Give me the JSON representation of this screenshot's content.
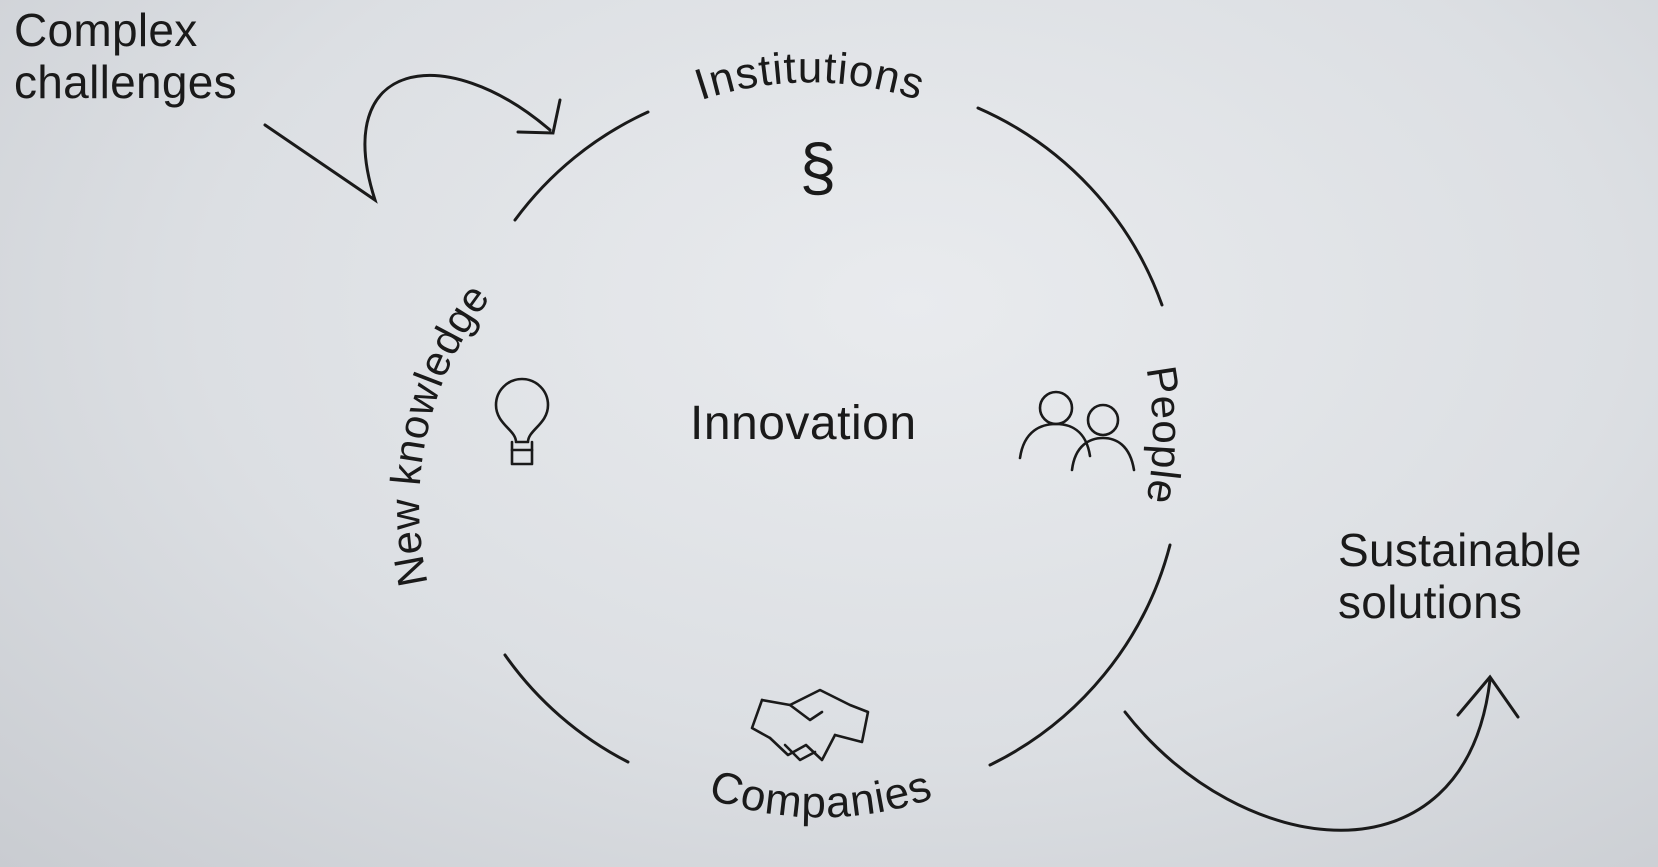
{
  "inputs": {
    "line1": "Complex",
    "line2": "challenges"
  },
  "outputs": {
    "line1": "Sustainable",
    "line2": "solutions"
  },
  "center": "Innovation",
  "cycle": {
    "institutions": {
      "label": "Institutions",
      "icon": "section-sign-icon",
      "glyph": "§"
    },
    "people": {
      "label": "People",
      "icon": "people-icon"
    },
    "companies": {
      "label": "Companies",
      "icon": "handshake-icon"
    },
    "knowledge": {
      "label": "New knowledge",
      "icon": "lightbulb-icon"
    }
  },
  "colors": {
    "ink": "#1a1a1a",
    "paper": "#e2e4e7"
  }
}
